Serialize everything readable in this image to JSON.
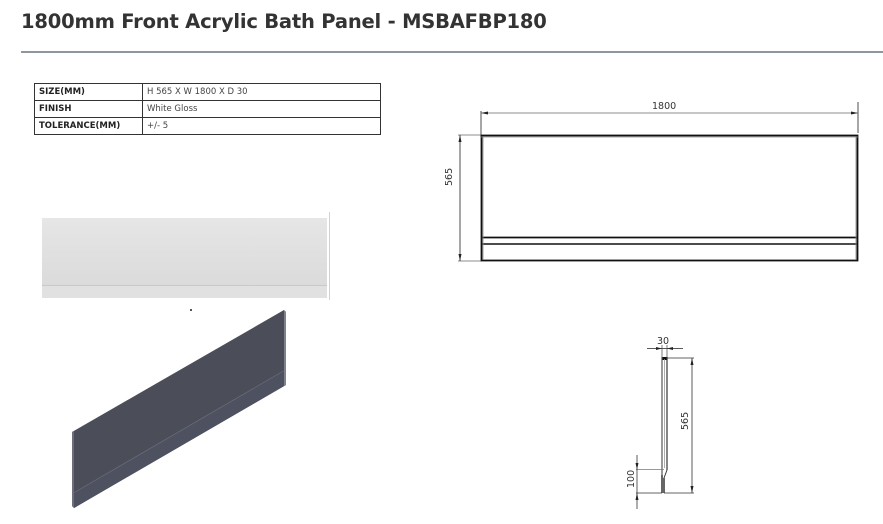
{
  "header": {
    "title": "1800mm Front Acrylic Bath Panel - MSBAFBP180"
  },
  "specs": {
    "rows": [
      {
        "key": "SIZE(MM)",
        "value": "H 565 X W 1800 X D 30"
      },
      {
        "key": "FINISH",
        "value": "White Gloss"
      },
      {
        "key": "TOLERANCE(MM)",
        "value": "+/- 5"
      }
    ]
  },
  "front_view": {
    "width_label": "1800",
    "height_label": "565"
  },
  "side_view": {
    "depth_label": "30",
    "height_label": "565",
    "plinth_label": "100"
  },
  "colors": {
    "rule": "#8e979d",
    "render_grey": "#4a4d57",
    "photo_white": "#e2e2e2"
  }
}
